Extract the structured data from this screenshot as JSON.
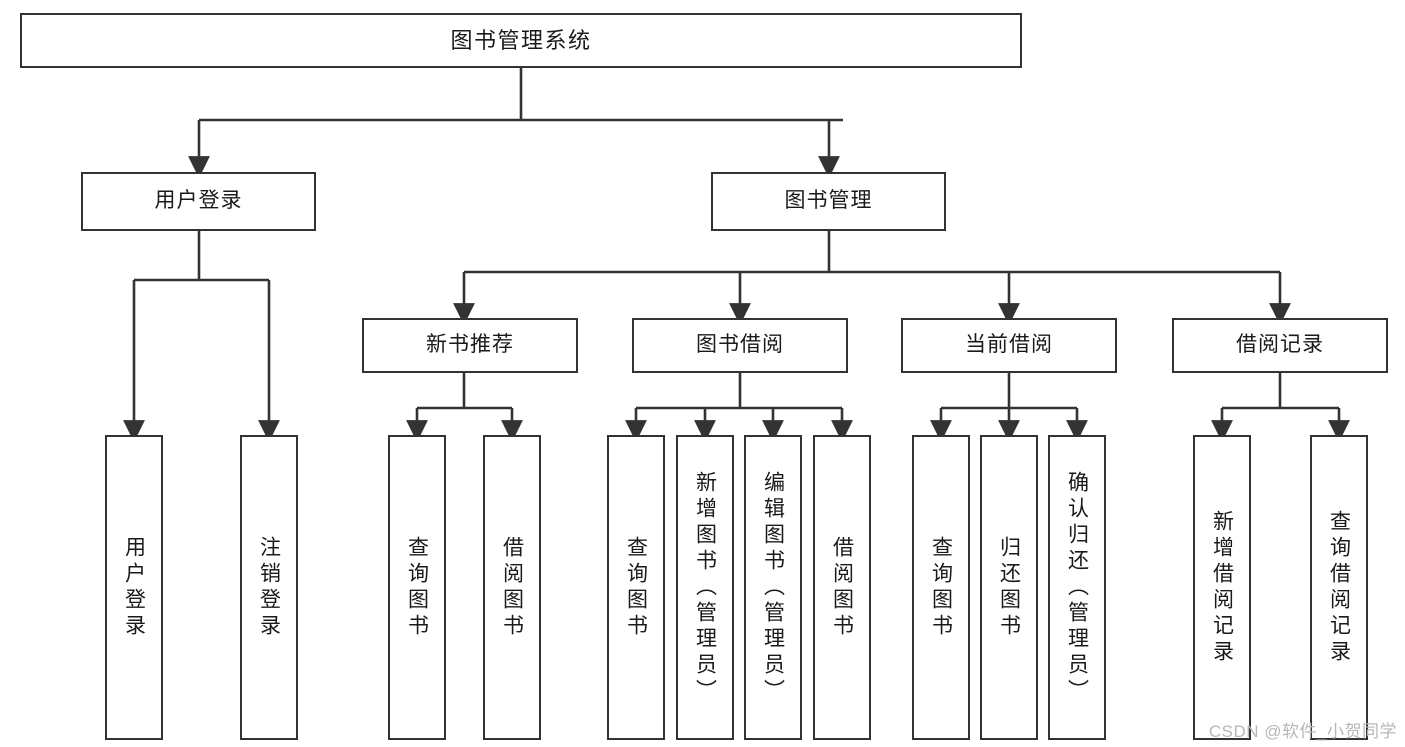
{
  "diagram": {
    "title": "图书管理系统",
    "watermark": "CSDN @软件_小贺同学",
    "style": {
      "border_color": "#333333",
      "fill_color": "#ffffff",
      "text_color": "#1a1a1a",
      "watermark_color": "#b7b7b7",
      "background": "#ffffff"
    },
    "levels": {
      "root": "图书管理系统",
      "level2": [
        "用户登录",
        "图书管理"
      ],
      "level3": [
        "新书推荐",
        "图书借阅",
        "当前借阅",
        "借阅记录"
      ]
    },
    "nodes": {
      "root": "图书管理系统",
      "user_login": "用户登录",
      "book_manage": "图书管理",
      "new_book_rec": "新书推荐",
      "book_borrow": "图书借阅",
      "current_borrow": "当前借阅",
      "borrow_record": "借阅记录",
      "leaf_user_login": "用户登录",
      "leaf_user_logout": "注销登录",
      "leaf_rec_query": "查询图书",
      "leaf_rec_borrow": "借阅图书",
      "leaf_borrow_query": "查询图书",
      "leaf_borrow_add": "新增图书（管理员）",
      "leaf_borrow_edit": "编辑图书（管理员）",
      "leaf_borrow_borrow": "借阅图书",
      "leaf_cur_query": "查询图书",
      "leaf_cur_return": "归还图书",
      "leaf_cur_confirm": "确认归还（管理员）",
      "leaf_rec_add": "新增借阅记录",
      "leaf_rec_search": "查询借阅记录"
    },
    "tree": {
      "name": "图书管理系统",
      "children": [
        {
          "name": "用户登录",
          "children": [
            {
              "name": "用户登录",
              "children": []
            },
            {
              "name": "注销登录",
              "children": []
            }
          ]
        },
        {
          "name": "图书管理",
          "children": [
            {
              "name": "新书推荐",
              "children": [
                {
                  "name": "查询图书",
                  "children": []
                },
                {
                  "name": "借阅图书",
                  "children": []
                }
              ]
            },
            {
              "name": "图书借阅",
              "children": [
                {
                  "name": "查询图书",
                  "children": []
                },
                {
                  "name": "新增图书（管理员）",
                  "children": []
                },
                {
                  "name": "编辑图书（管理员）",
                  "children": []
                },
                {
                  "name": "借阅图书",
                  "children": []
                }
              ]
            },
            {
              "name": "当前借阅",
              "children": [
                {
                  "name": "查询图书",
                  "children": []
                },
                {
                  "name": "归还图书",
                  "children": []
                },
                {
                  "name": "确认归还（管理员）",
                  "children": []
                }
              ]
            },
            {
              "name": "借阅记录",
              "children": [
                {
                  "name": "新增借阅记录",
                  "children": []
                },
                {
                  "name": "查询借阅记录",
                  "children": []
                }
              ]
            }
          ]
        }
      ]
    }
  }
}
